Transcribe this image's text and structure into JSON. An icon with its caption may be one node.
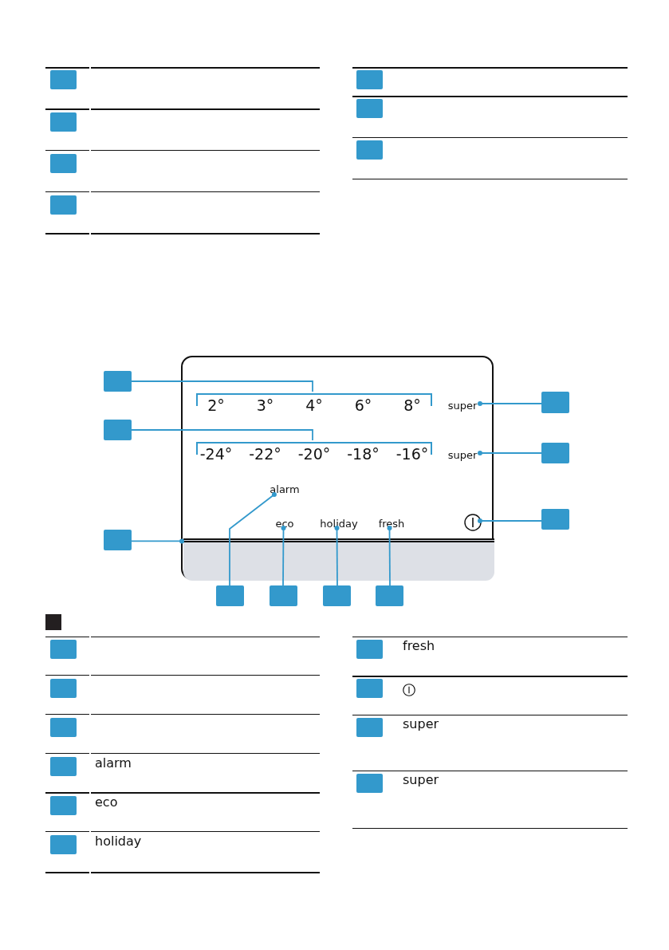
{
  "diagram": {
    "nodes": [
      {
        "text": [],
        "shape": "box"
      },
      {
        "text": [],
        "shape": "box"
      },
      {
        "text": [],
        "shape": "box"
      },
      {
        "text": [],
        "shape": "box"
      },
      {
        "text": [],
        "shape": "box"
      },
      {
        "text": [],
        "shape": "box"
      },
      {
        "text": [],
        "shape": "box"
      },
      {
        "text": [],
        "shape": "box"
      },
      {
        "text": [],
        "shape": "box"
      },
      {
        "text": [
          "2°",
          "3°",
          "4°",
          "6°",
          "8°"
        ],
        "in": 7
      },
      {
        "text": [],
        "shape": "box"
      },
      {
        "text": [
          "super"
        ],
        "in": 7
      },
      {
        "text": [],
        "shape": "box"
      },
      {
        "text": [
          "-24°",
          "-22°",
          "-20°",
          "-18°",
          "-16°"
        ],
        "in": 7
      },
      {
        "text": [],
        "shape": "box"
      },
      {
        "text": [
          "super"
        ],
        "in": 7
      },
      {
        "text": [
          "alarm"
        ],
        "in": 7
      },
      {
        "text": [
          "eco"
        ],
        "in": 7
      },
      {
        "text": [
          "holiday"
        ],
        "in": 7
      },
      {
        "text": [
          "fresh"
        ],
        "in": 7
      },
      {
        "text": [],
        "shape": "circle",
        "in": 7
      },
      {
        "text": [],
        "shape": "box"
      },
      {
        "text": [],
        "shape": "box"
      },
      {
        "text": [],
        "shape": "bar",
        "in": 7
      },
      {
        "text": [],
        "shape": "box"
      },
      {
        "text": [],
        "shape": "box"
      },
      {
        "text": [],
        "shape": "box"
      },
      {
        "text": [],
        "shape": "box"
      },
      {
        "text": [],
        "shape": "box"
      },
      {
        "text": [],
        "shape": "box"
      },
      {
        "text": [],
        "shape": "box"
      },
      {
        "text": [],
        "shape": "box",
        "beside": [
          "alarm"
        ]
      },
      {
        "text": [],
        "shape": "box",
        "beside": [
          "eco"
        ]
      },
      {
        "text": [],
        "shape": "box",
        "beside": [
          "holiday"
        ]
      },
      {
        "text": [],
        "shape": "box",
        "beside": [
          "fresh"
        ]
      },
      {
        "text": [],
        "shape": "box"
      },
      {
        "text": [],
        "shape": "box",
        "beside": [
          "super"
        ]
      },
      {
        "text": [],
        "shape": "box",
        "beside": [
          "super"
        ]
      }
    ],
    "edges": [
      {
        "from": 8,
        "to": 9,
        "arrow": "none"
      },
      {
        "from": 12,
        "to": 13,
        "arrow": "none"
      },
      {
        "from": 10,
        "to": 11,
        "arrow": "other"
      },
      {
        "from": 14,
        "to": 15,
        "arrow": "other"
      },
      {
        "from": 21,
        "to": 20,
        "arrow": "other"
      },
      {
        "from": 22,
        "to": 23,
        "arrow": "other"
      },
      {
        "from": 24,
        "to": 16,
        "arrow": "other"
      },
      {
        "from": 25,
        "to": 17,
        "arrow": "other"
      },
      {
        "from": 26,
        "to": 18,
        "arrow": "other"
      },
      {
        "from": 27,
        "to": 19,
        "arrow": "other"
      }
    ]
  }
}
